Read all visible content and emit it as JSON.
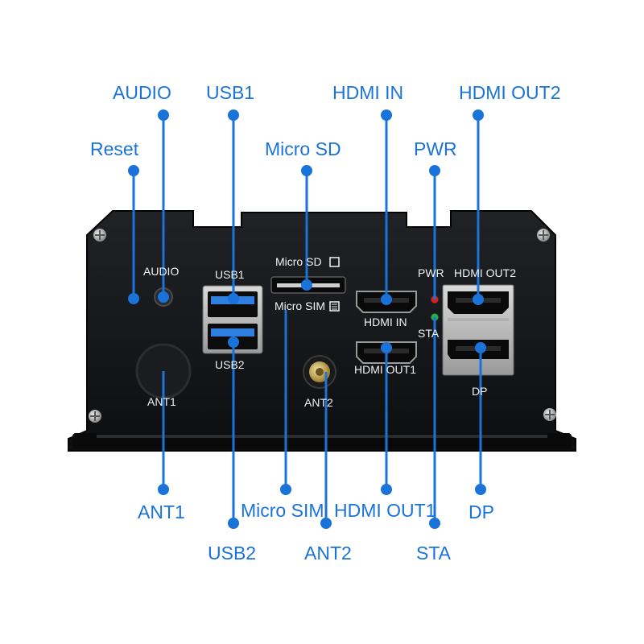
{
  "device": {
    "panel_labels": {
      "audio": "AUDIO",
      "usb1": "USB1",
      "usb2": "USB2",
      "micro_sd": "Micro SD",
      "micro_sim": "Micro SIM",
      "ant1": "ANT1",
      "ant2": "ANT2",
      "hdmi_in": "HDMI IN",
      "hdmi_out1": "HDMI OUT1",
      "hdmi_out2": "HDMI OUT2",
      "pwr": "PWR",
      "sta": "STA",
      "dp": "DP"
    }
  },
  "callouts": {
    "audio": "AUDIO",
    "usb1": "USB1",
    "hdmi_in": "HDMI IN",
    "hdmi_out2": "HDMI OUT2",
    "reset": "Reset",
    "micro_sd": "Micro SD",
    "pwr": "PWR",
    "ant1": "ANT1",
    "micro_sim": "Micro SIM",
    "hdmi_out1": "HDMI OUT1",
    "dp": "DP",
    "usb2": "USB2",
    "ant2": "ANT2",
    "sta": "STA"
  },
  "colors": {
    "callout": "#1a73d9",
    "chassis": "#141517",
    "panel_text": "#f2f2f2",
    "led_pwr": "#e02020",
    "led_sta": "#22b14c",
    "usb_blue": "#2f7fe0"
  }
}
